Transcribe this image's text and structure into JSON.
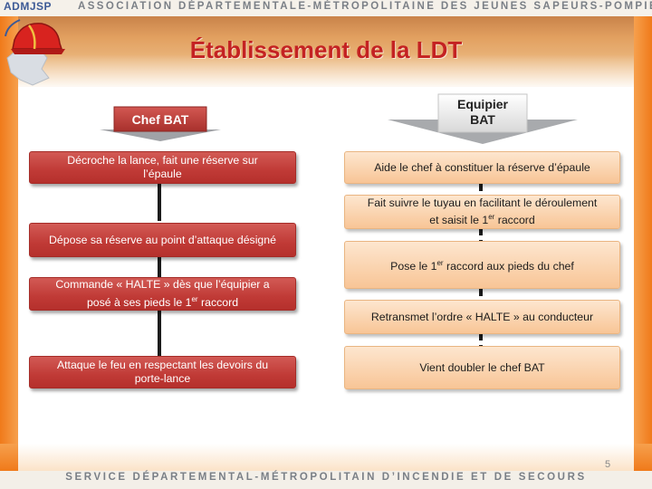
{
  "header": {
    "logo_text": "ADMJSP",
    "org_name": "ASSOCIATION DÉPARTEMENTALE-MÉTROPOLITAINE DES JEUNES SAPEURS-POMPIERS"
  },
  "slide": {
    "title": "Établissement de la LDT",
    "page_number": "5"
  },
  "footer": {
    "text": "SERVICE DÉPARTEMENTAL-MÉTROPOLITAIN D’INCENDIE ET DE SECOURS"
  },
  "diagram": {
    "left_header": "Chef BAT",
    "right_header_line1": "Equipier",
    "right_header_line2": "BAT",
    "left_steps": [
      {
        "line1": "Décroche la lance, fait une réserve sur",
        "line2": "l’épaule"
      },
      {
        "line1": "Dépose sa réserve au point d’attaque désigné",
        "line2": ""
      },
      {
        "line1": "Commande « HALTE » dès que l’équipier a",
        "line2": "posé à ses pieds le 1er raccord"
      },
      {
        "line1": "Attaque le feu en respectant les devoirs du",
        "line2": "porte-lance"
      }
    ],
    "right_steps": [
      {
        "line1": "Aide le chef à constituer la réserve d’épaule",
        "line2": ""
      },
      {
        "line1": "Fait suivre le tuyau en facilitant le déroulement",
        "line2": "et saisit le 1er raccord"
      },
      {
        "line1": "Pose le 1er raccord aux pieds du chef",
        "line2": ""
      },
      {
        "line1": "Retransmet l’ordre « HALTE » au conducteur",
        "line2": ""
      },
      {
        "line1": "Vient doubler le chef BAT",
        "line2": ""
      }
    ]
  },
  "colors": {
    "frame_orange": "#f07a1a",
    "title_red": "#c42222",
    "left_box_red": "#c03a36",
    "right_box_peach": "#f8c596"
  }
}
